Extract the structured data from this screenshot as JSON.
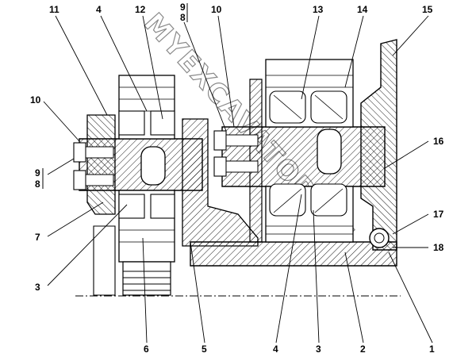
{
  "callouts_top": [
    "11",
    "4",
    "12",
    "9",
    "8",
    "10",
    "13",
    "14",
    "15"
  ],
  "callouts_left": [
    "10",
    "9",
    "8",
    "7",
    "3"
  ],
  "callouts_right": [
    "16",
    "17",
    "18"
  ],
  "callouts_bottom": [
    "6",
    "5",
    "4",
    "3",
    "2",
    "1"
  ],
  "watermark": "MYEXCAVATOR.RU",
  "watermark_logo": "©"
}
